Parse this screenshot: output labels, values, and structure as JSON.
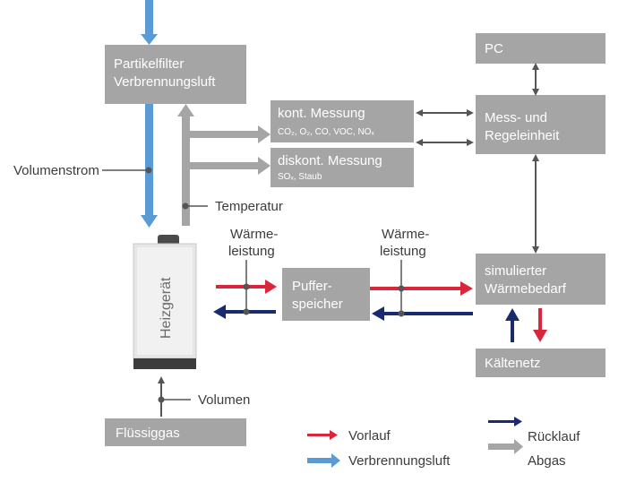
{
  "boxes": {
    "partikelfilter": {
      "line1": "Partikelfilter",
      "line2": "Verbrennungsluft"
    },
    "pc": {
      "label": "PC"
    },
    "kont_messung": {
      "title": "kont. Messung",
      "sub": "CO₂, O₂, CO, VOC, NOₓ"
    },
    "diskont_messung": {
      "title": "diskont. Messung",
      "sub": "SOₓ, Staub"
    },
    "mess_regel": {
      "line1": "Mess- und",
      "line2": "Regeleinheit"
    },
    "pufferspeicher": {
      "line1": "Puffer-",
      "line2": "speicher"
    },
    "waermebedarf": {
      "line1": "simulierter",
      "line2": "Wärmebedarf"
    },
    "kaeltenetz": {
      "label": "Kältenetz"
    },
    "fluessiggas": {
      "label": "Flüssiggas"
    },
    "heizgeraet": {
      "label": "Heizgerät"
    }
  },
  "labels": {
    "volumenstrom": "Volumenstrom",
    "temperatur": "Temperatur",
    "waermeleistung_1a": "Wärme-",
    "waermeleistung_1b": "leistung",
    "waermeleistung_2a": "Wärme-",
    "waermeleistung_2b": "leistung",
    "volumen": "Volumen"
  },
  "legend": {
    "vorlauf": "Vorlauf",
    "ruecklauf": "Rücklauf",
    "verbrennungsluft": "Verbrennungsluft",
    "abgas": "Abgas"
  },
  "colors": {
    "box": "#a5a5a5",
    "blue_air": "#5a9bd5",
    "red_flow": "#d9263a",
    "navy_flow": "#1a2a6e",
    "dark_line": "#555555"
  }
}
